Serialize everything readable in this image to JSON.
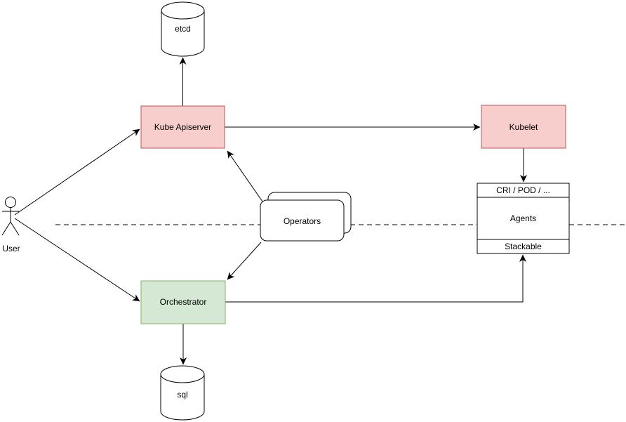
{
  "diagram": {
    "kind": "architecture-flow-diagram",
    "nodes": {
      "user": {
        "label": "User",
        "shape": "actor"
      },
      "etcd": {
        "label": "etcd",
        "shape": "cylinder"
      },
      "kube_apiserver": {
        "label": "Kube Apiserver",
        "shape": "rect"
      },
      "kubelet": {
        "label": "Kubelet",
        "shape": "rect"
      },
      "operators": {
        "label": "Operators",
        "shape": "stacked-rounded-rect"
      },
      "orchestrator": {
        "label": "Orchestrator",
        "shape": "rect"
      },
      "sql": {
        "label": "sql",
        "shape": "cylinder"
      },
      "agents_stack": {
        "header": "CRI / POD / ...",
        "body": "Agents",
        "footer": "Stackable",
        "shape": "partitioned-rect"
      }
    },
    "edges": [
      {
        "from": "user",
        "to": "kube_apiserver",
        "arrow": true,
        "style": "solid"
      },
      {
        "from": "user",
        "to": "orchestrator",
        "arrow": true,
        "style": "solid"
      },
      {
        "from": "kube_apiserver",
        "to": "etcd",
        "arrow": true,
        "style": "solid"
      },
      {
        "from": "kube_apiserver",
        "to": "kubelet",
        "arrow": true,
        "style": "solid"
      },
      {
        "from": "kubelet",
        "to": "agents_stack",
        "arrow": true,
        "style": "solid"
      },
      {
        "from": "operators",
        "to": "kube_apiserver",
        "arrow": true,
        "style": "solid"
      },
      {
        "from": "operators",
        "to": "orchestrator",
        "arrow": true,
        "style": "solid"
      },
      {
        "from": "orchestrator",
        "to": "agents_stack",
        "arrow": true,
        "style": "solid",
        "routing": "orthogonal"
      },
      {
        "from": "orchestrator",
        "to": "sql",
        "arrow": true,
        "style": "solid"
      },
      {
        "name": "separator",
        "arrow": false,
        "style": "dashed"
      }
    ],
    "colors": {
      "red_fill": "#f8cecc",
      "red_stroke": "#b85450",
      "green_fill": "#d5e8d4",
      "green_stroke": "#82b366",
      "plain_fill": "#ffffff",
      "line": "#000000",
      "background": "#ffffff"
    }
  }
}
